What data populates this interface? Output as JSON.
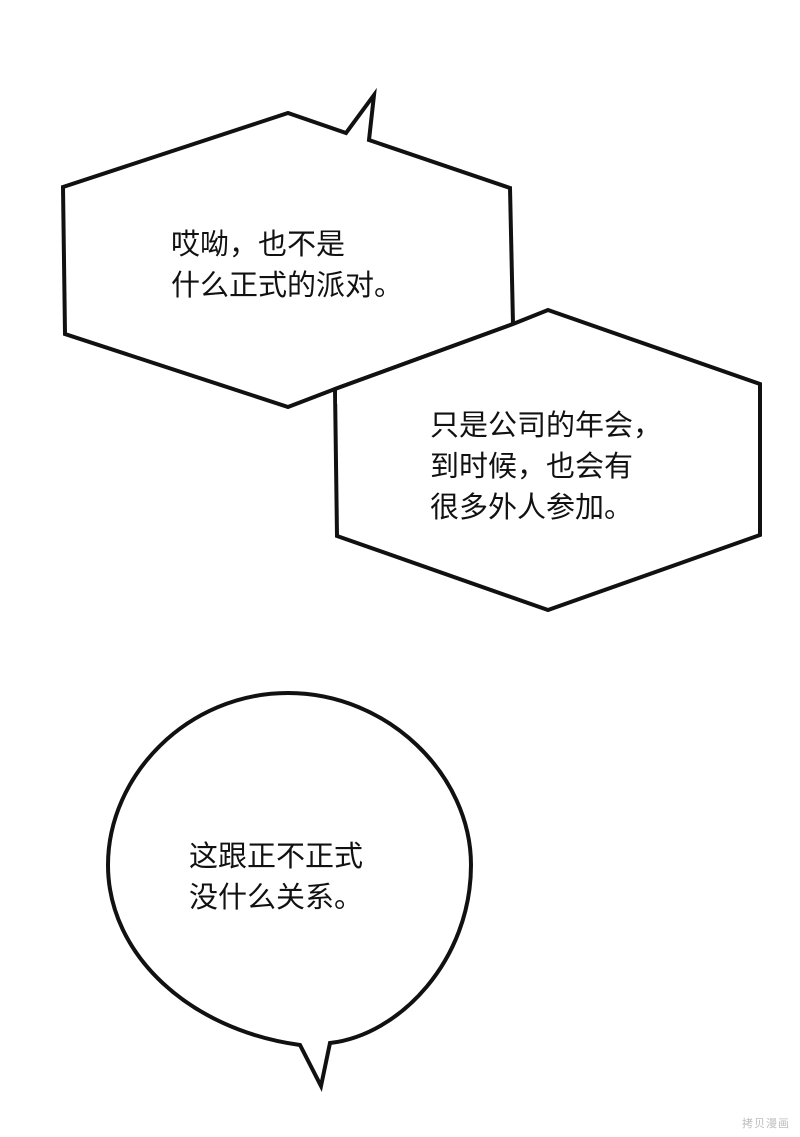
{
  "panel": {
    "background": "#ffffff",
    "outline_color": "#111111",
    "bubbles": [
      {
        "shape": "hexagon-speech-bubble",
        "lines": [
          "哎呦，也不是",
          "什么正式的派对。"
        ]
      },
      {
        "shape": "hexagon-speech-bubble",
        "lines": [
          "只是公司的年会，",
          "到时候，也会有",
          "很多外人参加。"
        ]
      },
      {
        "shape": "round-speech-bubble",
        "lines": [
          "这跟正不正式",
          "没什么关系。"
        ]
      }
    ]
  },
  "watermark": {
    "text": "拷贝漫画"
  }
}
